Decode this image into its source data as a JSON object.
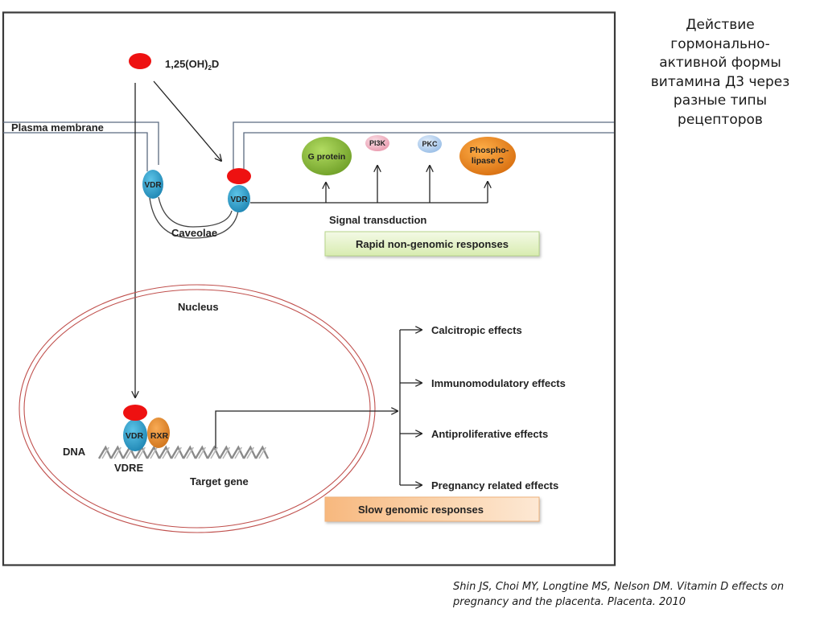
{
  "slide": {
    "title_lines": [
      "Действие",
      "гормонально-",
      "активной формы",
      "витамина Д3 через",
      "разные типы",
      "рецепторов"
    ],
    "citation_lines": [
      "Shin JS, Choi MY, Longtine MS, Nelson DM. Vitamin D effects on",
      "pregnancy and the placenta. Placenta. 2010"
    ]
  },
  "diagram": {
    "ligand": {
      "label_main": "1,25(OH)",
      "label_sub": "2",
      "label_end": "D",
      "color": "#ee1111"
    },
    "membrane_label": "Plasma membrane",
    "caveolae_label": "Caveolae",
    "receptor_label": "VDR",
    "vdr_color": "#2fa3cf",
    "signaling": {
      "molecules": [
        {
          "id": "g-protein",
          "lines": [
            "G protein"
          ],
          "color": "#86b83a"
        },
        {
          "id": "pi3k",
          "lines": [
            "PI3K"
          ],
          "color": "#f2b8c6"
        },
        {
          "id": "pkc",
          "lines": [
            "PKC"
          ],
          "color": "#b9d3f0"
        },
        {
          "id": "phospholipase-c",
          "lines": [
            "Phospho-",
            "lipase C"
          ],
          "color": "#ee8a22"
        }
      ],
      "signal_label": "Signal transduction",
      "rapid_box_label": "Rapid non-genomic responses",
      "rapid_box_color": "#e4f2c6"
    },
    "nucleus": {
      "label": "Nucleus",
      "membrane_color": "#c0504d",
      "dna_label": "DNA",
      "vdre_label": "VDRE",
      "target_gene_label": "Target gene",
      "rxr_label": "RXR",
      "rxr_color": "#e88a2a"
    },
    "effects": [
      "Calcitropic effects",
      "Immunomodulatory effects",
      "Antiproliferative effects",
      "Pregnancy related effects"
    ],
    "slow_box_label": "Slow genomic responses",
    "slow_box_color": "#f9c99b"
  }
}
